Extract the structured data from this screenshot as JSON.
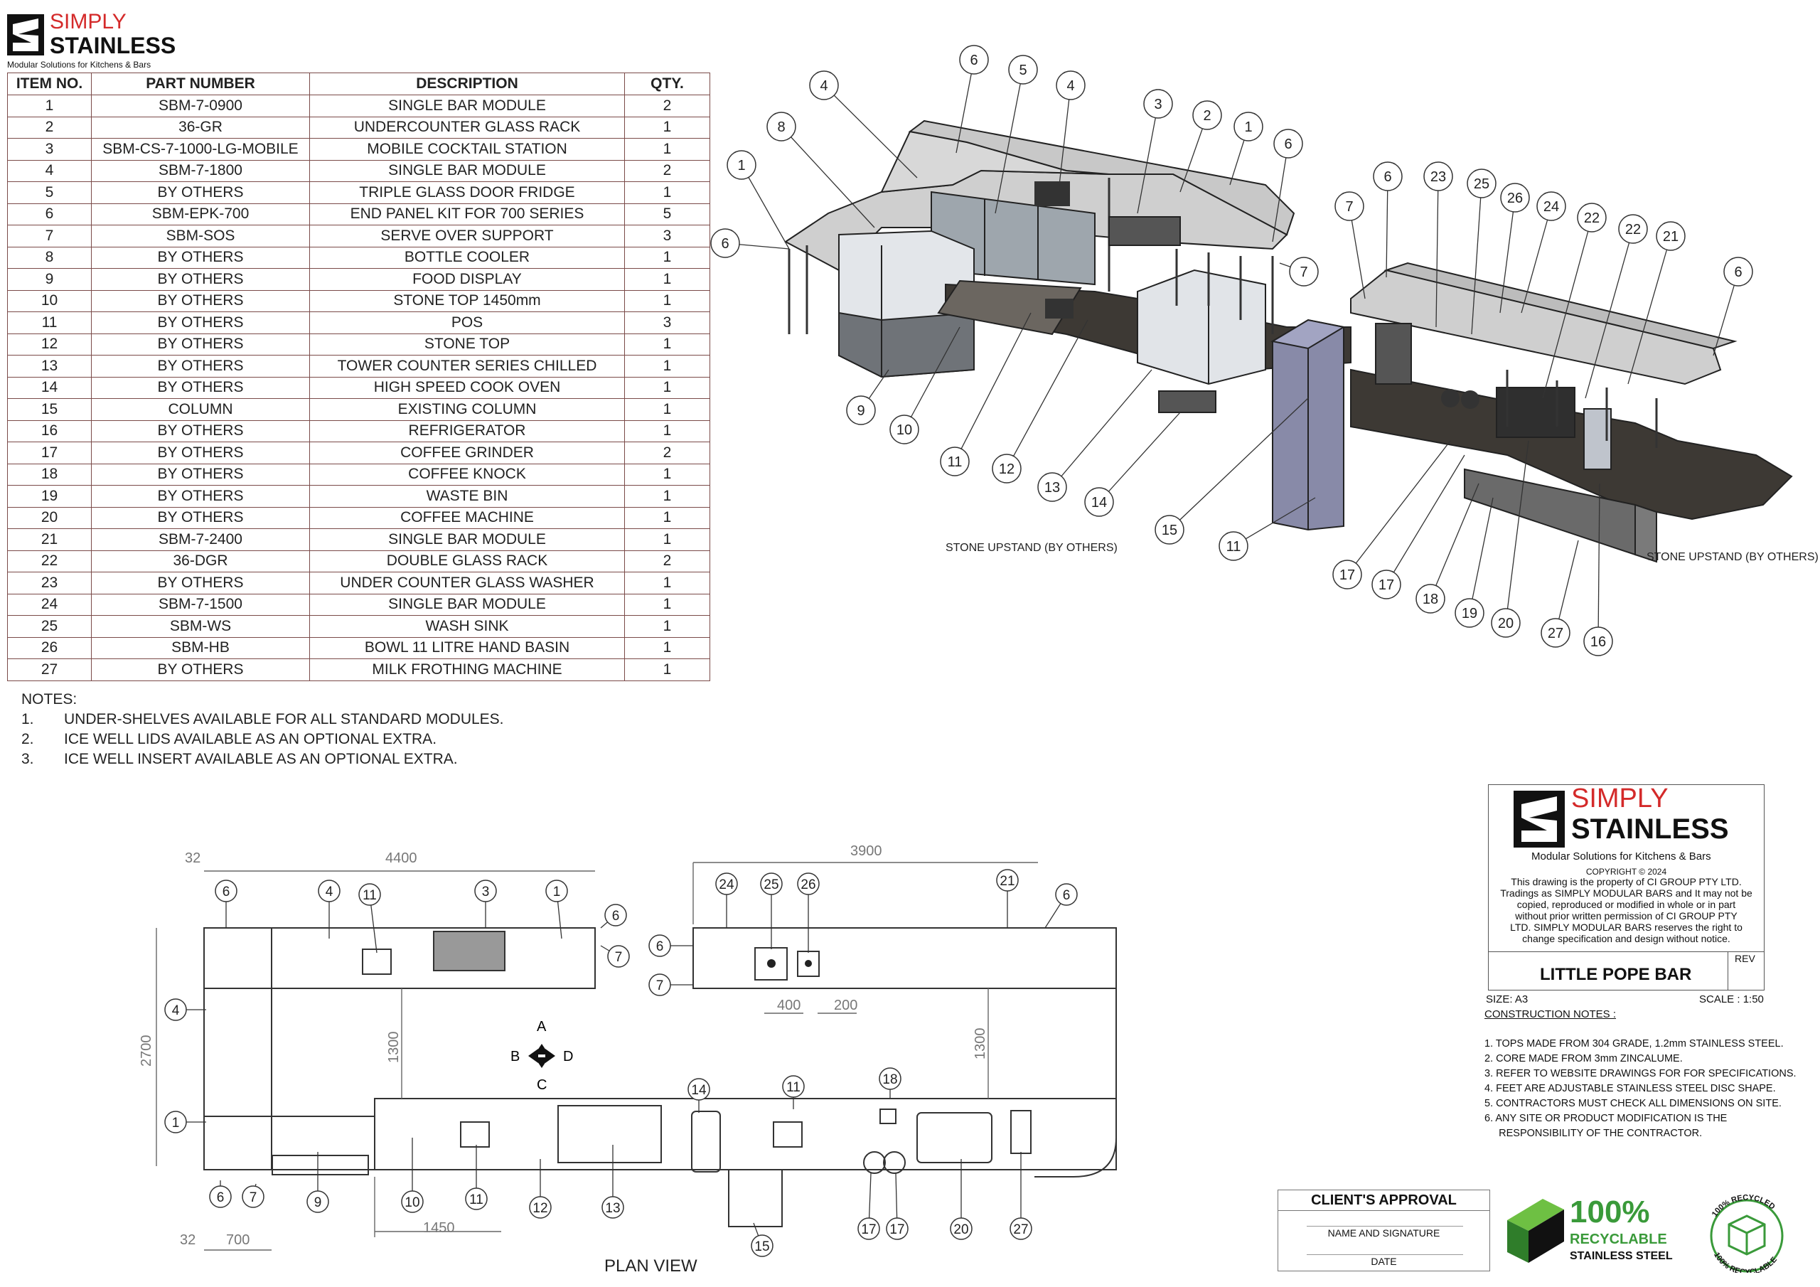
{
  "brand": {
    "name_top": "SIMPLY",
    "name_bottom": "STAINLESS",
    "tagline": "Modular Solutions for Kitchens & Bars"
  },
  "table": {
    "headers": [
      "ITEM NO.",
      "PART NUMBER",
      "DESCRIPTION",
      "QTY."
    ],
    "rows": [
      [
        "1",
        "SBM-7-0900",
        "SINGLE BAR MODULE",
        "2"
      ],
      [
        "2",
        "36-GR",
        "UNDERCOUNTER GLASS RACK",
        "1"
      ],
      [
        "3",
        "SBM-CS-7-1000-LG-MOBILE",
        "MOBILE COCKTAIL STATION",
        "1"
      ],
      [
        "4",
        "SBM-7-1800",
        "SINGLE BAR MODULE",
        "2"
      ],
      [
        "5",
        "BY OTHERS",
        "TRIPLE GLASS DOOR FRIDGE",
        "1"
      ],
      [
        "6",
        "SBM-EPK-700",
        "END PANEL KIT FOR 700 SERIES",
        "5"
      ],
      [
        "7",
        "SBM-SOS",
        "SERVE OVER SUPPORT",
        "3"
      ],
      [
        "8",
        "BY OTHERS",
        "BOTTLE COOLER",
        "1"
      ],
      [
        "9",
        "BY OTHERS",
        "FOOD DISPLAY",
        "1"
      ],
      [
        "10",
        "BY OTHERS",
        "STONE TOP 1450mm",
        "1"
      ],
      [
        "11",
        "BY OTHERS",
        "POS",
        "3"
      ],
      [
        "12",
        "BY OTHERS",
        "STONE TOP",
        "1"
      ],
      [
        "13",
        "BY OTHERS",
        "TOWER COUNTER SERIES CHILLED",
        "1"
      ],
      [
        "14",
        "BY OTHERS",
        "HIGH SPEED COOK OVEN",
        "1"
      ],
      [
        "15",
        "COLUMN",
        "EXISTING COLUMN",
        "1"
      ],
      [
        "16",
        "BY OTHERS",
        "REFRIGERATOR",
        "1"
      ],
      [
        "17",
        "BY OTHERS",
        "COFFEE GRINDER",
        "2"
      ],
      [
        "18",
        "BY OTHERS",
        "COFFEE KNOCK",
        "1"
      ],
      [
        "19",
        "BY OTHERS",
        "WASTE BIN",
        "1"
      ],
      [
        "20",
        "BY OTHERS",
        "COFFEE MACHINE",
        "1"
      ],
      [
        "21",
        "SBM-7-2400",
        "SINGLE BAR MODULE",
        "1"
      ],
      [
        "22",
        "36-DGR",
        "DOUBLE GLASS RACK",
        "2"
      ],
      [
        "23",
        "BY OTHERS",
        "UNDER COUNTER GLASS WASHER",
        "1"
      ],
      [
        "24",
        "SBM-7-1500",
        "SINGLE BAR MODULE",
        "1"
      ],
      [
        "25",
        "SBM-WS",
        "WASH SINK",
        "1"
      ],
      [
        "26",
        "SBM-HB",
        "BOWL 11 LITRE HAND BASIN",
        "1"
      ],
      [
        "27",
        "BY OTHERS",
        "MILK FROTHING MACHINE",
        "1"
      ]
    ]
  },
  "notes": {
    "title": "NOTES:",
    "items": [
      {
        "num": "1.",
        "text": "UNDER-SHELVES AVAILABLE FOR ALL STANDARD MODULES."
      },
      {
        "num": "2.",
        "text": "ICE WELL LIDS AVAILABLE AS AN OPTIONAL EXTRA."
      },
      {
        "num": "3.",
        "text": "ICE WELL INSERT AVAILABLE AS AN OPTIONAL EXTRA."
      }
    ]
  },
  "iso": {
    "stone_upstand_left": "STONE UPSTAND (BY OTHERS)",
    "stone_upstand_right": "STONE UPSTAND (BY OTHERS)",
    "balloons": [
      "1",
      "8",
      "4",
      "6",
      "5",
      "4",
      "3",
      "2",
      "1",
      "6",
      "7",
      "6",
      "9",
      "10",
      "11",
      "12",
      "13",
      "14",
      "15",
      "11",
      "7",
      "6",
      "23",
      "25",
      "26",
      "24",
      "22",
      "22",
      "21",
      "6",
      "17",
      "17",
      "18",
      "19",
      "20",
      "27",
      "16"
    ]
  },
  "plan": {
    "title": "PLAN VIEW",
    "dims": {
      "left_width": "4400",
      "left_offset": "32",
      "height": "2700",
      "inner_depth": "1300",
      "stone": "1450",
      "bottom_offset": "32",
      "bottom_700": "700",
      "right_width": "3900",
      "right_depth": "1300",
      "sink_400": "400",
      "sink_200": "200"
    },
    "compass": {
      "a": "A",
      "b": "B",
      "c": "C",
      "d": "D"
    },
    "balloons_top": [
      "6",
      "4",
      "11",
      "3",
      "1",
      "6",
      "7",
      "24",
      "25",
      "26",
      "21",
      "6",
      "6",
      "7"
    ],
    "balloons_side": [
      "4",
      "1",
      "6",
      "7"
    ],
    "balloons_bottom": [
      "9",
      "10",
      "11",
      "12",
      "13",
      "14",
      "11",
      "18",
      "15",
      "17",
      "17",
      "20",
      "27"
    ]
  },
  "titleblock": {
    "copyright": "COPYRIGHT ©  2024",
    "legal": [
      "This drawing is the property of CI GROUP PTY LTD.",
      "Tradings as SIMPLY MODULAR BARS and It may not be",
      "copied, reproduced or modified in whole or in part",
      "without prior written permission of CI GROUP PTY",
      "LTD. SIMPLY MODULAR BARS reserves the right to",
      "change specification and design without notice."
    ],
    "rev_label": "REV",
    "project": "LITTLE POPE BAR",
    "size": "SIZE: A3",
    "scale": "SCALE :  1:50"
  },
  "construction": {
    "title": "CONSTRUCTION NOTES :",
    "items": [
      "1.  TOPS MADE FROM 304 GRADE, 1.2mm STAINLESS STEEL.",
      "2.  CORE MADE FROM 3mm ZINCALUME.",
      "3.  REFER TO WEBSITE DRAWINGS FOR FOR SPECIFICATIONS.",
      "4.  FEET ARE ADJUSTABLE STAINLESS STEEL DISC SHAPE.",
      "5.  CONTRACTORS MUST CHECK ALL DIMENSIONS ON SITE.",
      "6.  ANY SITE OR PRODUCT MODIFICATION IS THE",
      "     RESPONSIBILITY OF THE CONTRACTOR."
    ]
  },
  "approval": {
    "title": "CLIENT'S APPROVAL",
    "signature": "NAME AND SIGNATURE",
    "date": "DATE"
  },
  "recycle": {
    "big": "100%",
    "line1": "RECYCLABLE",
    "line2": "STAINLESS STEEL",
    "ring_top": "100% RECYCLED",
    "ring_bottom": "100% RECYCLABLE"
  },
  "colors": {
    "brand_red": "#d42a2a",
    "table_border": "#7a4a48",
    "green": "#3a9a3a",
    "stone": "#3a3630",
    "steel_top": "#d9d9d9"
  }
}
